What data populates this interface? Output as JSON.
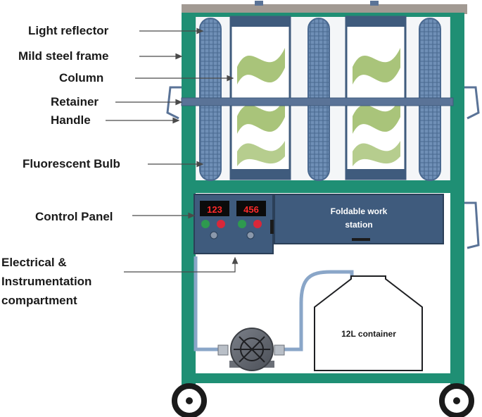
{
  "labels": {
    "light_reflector": "Light reflector",
    "mild_steel_frame": "Mild steel frame",
    "column": "Column",
    "retainer": "Retainer",
    "handle": "Handle",
    "fluorescent_bulb": "Fluorescent Bulb",
    "control_panel": "Control Panel",
    "electrical_line1": "Electrical &",
    "electrical_line2": "Instrumentation",
    "electrical_line3": "compartment"
  },
  "control_panel": {
    "display_1": "123",
    "display_2": "456"
  },
  "work_station": {
    "line1": "Foldable work",
    "line2": "station"
  },
  "container": {
    "label": "12L container"
  },
  "colors": {
    "frame": "#1f8f74",
    "panel": "#3f5b7d",
    "retainer": "#5a7397",
    "bulb": "#5e7fa8",
    "wave": "#a9c47a",
    "display_text": "#ff2a2a",
    "button_green": "#2e9a4f",
    "button_red": "#d8283a"
  }
}
